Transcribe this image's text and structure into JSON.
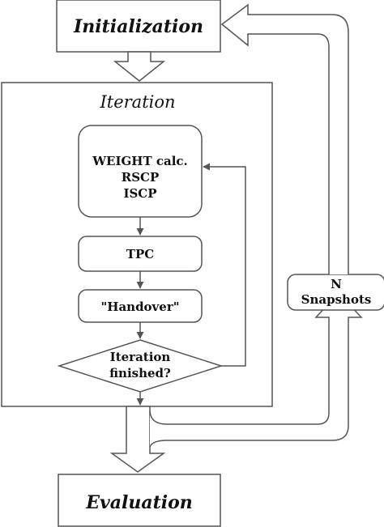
{
  "diagram": {
    "initialization": "Initialization",
    "iteration": "Iteration",
    "weight_lines": [
      "WEIGHT calc.",
      "RSCP",
      "ISCP"
    ],
    "tpc": "TPC",
    "handover": "\"Handover\"",
    "decision_lines": [
      "Iteration",
      "finished?"
    ],
    "snapshots_lines": [
      "N",
      "Snapshots"
    ],
    "evaluation": "Evaluation"
  },
  "colors": {
    "stroke": "#555555",
    "text": "#111111",
    "background": "#ffffff"
  }
}
